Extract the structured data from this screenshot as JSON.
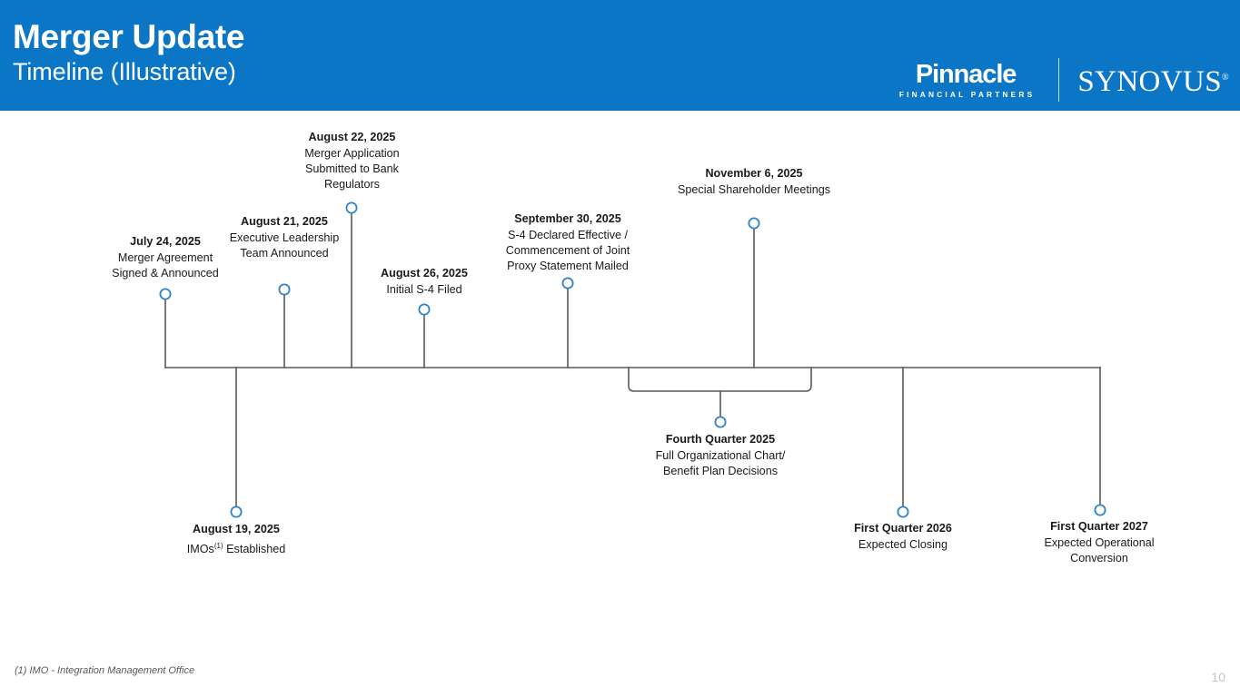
{
  "header": {
    "title": "Merger Update",
    "subtitle": "Timeline (Illustrative)",
    "bg_color": "#0B76C6",
    "logos": {
      "pinnacle_name": "Pinnacle",
      "pinnacle_tagline": "FINANCIAL PARTNERS",
      "synovus_name": "SYNOVUS"
    }
  },
  "timeline": {
    "marker_color": "#2E84C7",
    "line_color": "#595959",
    "milestones": [
      {
        "id": "jul-24-2025",
        "date": "July 24, 2025",
        "desc_lines": [
          "Merger Agreement",
          "Signed & Announced"
        ],
        "position": "above"
      },
      {
        "id": "aug-21-2025",
        "date": "August 21, 2025",
        "desc_lines": [
          "Executive Leadership",
          "Team Announced"
        ],
        "position": "above"
      },
      {
        "id": "aug-22-2025",
        "date": "August 22, 2025",
        "desc_lines": [
          "Merger Application",
          "Submitted to Bank",
          "Regulators"
        ],
        "position": "above"
      },
      {
        "id": "aug-26-2025",
        "date": "August 26, 2025",
        "desc_lines": [
          "Initial S-4 Filed"
        ],
        "position": "above"
      },
      {
        "id": "sep-30-2025",
        "date": "September 30, 2025",
        "desc_lines": [
          "S-4 Declared Effective /",
          "Commencement of Joint",
          "Proxy Statement Mailed"
        ],
        "position": "above"
      },
      {
        "id": "nov-06-2025",
        "date": "November 6, 2025",
        "desc_lines": [
          "Special Shareholder Meetings"
        ],
        "position": "above"
      },
      {
        "id": "aug-19-2025",
        "date": "August 19, 2025",
        "desc_lines": [
          "IMOs(1) Established"
        ],
        "desc_html": "IMOs<sup>(1)</sup> Established",
        "position": "below"
      },
      {
        "id": "q4-2025",
        "date": "Fourth Quarter 2025",
        "desc_lines": [
          "Full Organizational Chart/",
          "Benefit Plan Decisions"
        ],
        "position": "below"
      },
      {
        "id": "q1-2026",
        "date": "First Quarter 2026",
        "desc_lines": [
          "Expected Closing"
        ],
        "position": "below"
      },
      {
        "id": "q1-2027",
        "date": "First Quarter 2027",
        "desc_lines": [
          "Expected Operational",
          "Conversion"
        ],
        "position": "below"
      }
    ]
  },
  "footer": {
    "footnote": "(1) IMO - Integration Management Office",
    "page_number": "10"
  }
}
